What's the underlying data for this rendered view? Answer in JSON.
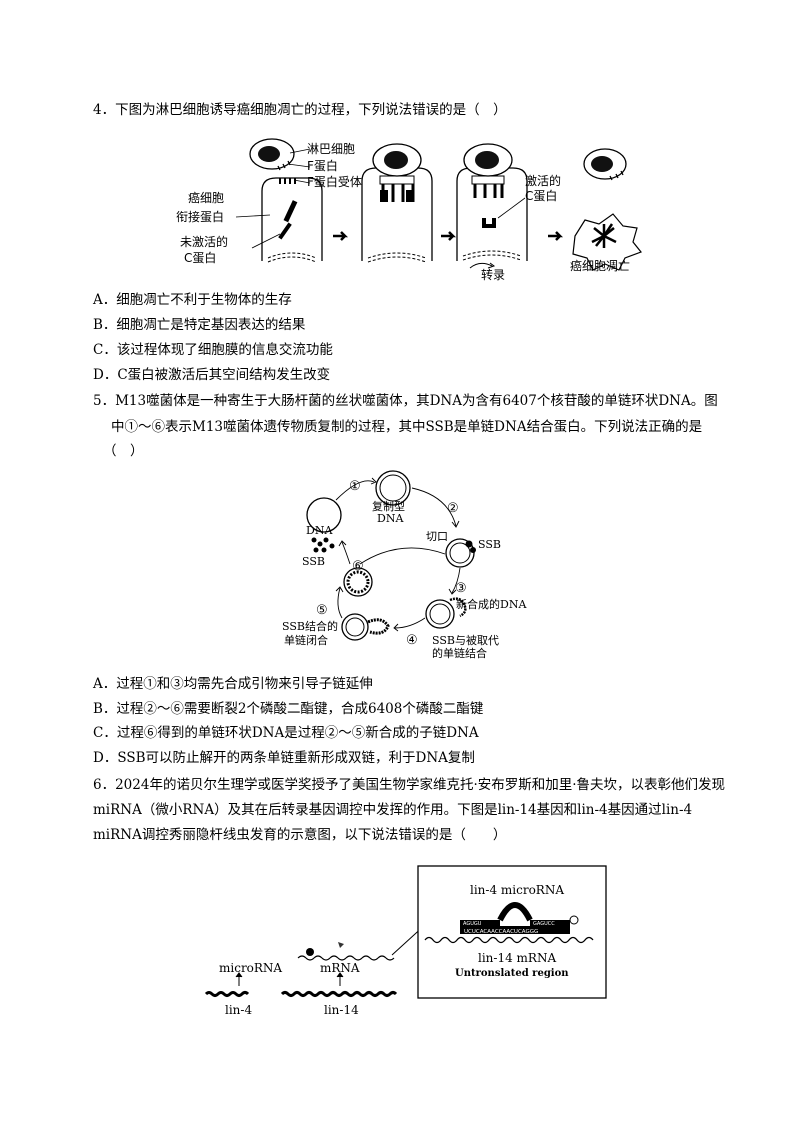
{
  "q4": {
    "stem": "4．下图为淋巴细胞诱导癌细胞凋亡的过程，下列说法错误的是（　）",
    "figure": {
      "lymphocyte": "淋巴细胞",
      "f_protein": "F蛋白",
      "f_receptor": "F蛋白受体",
      "cancer_cell": "癌细胞",
      "adapter": "衔接蛋白",
      "inactive_c_1": "未激活的",
      "inactive_c_2": "C蛋白",
      "active_c_1": "激活的",
      "active_c_2": "C蛋白",
      "transcription": "转录",
      "apoptosis": "癌细胞凋亡"
    },
    "options": [
      "A．细胞凋亡不利于生物体的生存",
      "B．细胞凋亡是特定基因表达的结果",
      "C．该过程体现了细胞膜的信息交流功能",
      "D．C蛋白被激活后其空间结构发生改变"
    ]
  },
  "q5": {
    "stem_line1": "5．M13噬菌体是一种寄生于大肠杆菌的丝状噬菌体，其DNA为含有6407个核苷酸的单链环状DNA。图",
    "stem_line2": "中①～⑥表示M13噬菌体遗传物质复制的过程，其中SSB是单链DNA结合蛋白。下列说法正确的是",
    "stem_line3": "（　）",
    "figure": {
      "s1": "①",
      "s2": "②",
      "s3": "③",
      "s4": "④",
      "s5": "⑤",
      "s6": "⑥",
      "rf_1": "复制型",
      "rf_2": "DNA",
      "nick": "切口",
      "ssb_a": "SSB",
      "new_dna": "新合成的DNA",
      "displaced_1": "SSB与被取代",
      "displaced_2": "的单链结合",
      "closed_1": "SSB结合的",
      "closed_2": "单链闭合",
      "ssb_b": "SSB",
      "dna": "DNA"
    },
    "options": [
      "A．过程①和③均需先合成引物来引导子链延伸",
      "B．过程②～⑥需要断裂2个磷酸二酯键，合成6408个磷酸二酯键",
      "C．过程⑥得到的单链环状DNA是过程②～⑤新合成的子链DNA",
      "D．SSB可以防止解开的两条单链重新形成双链，利于DNA复制"
    ]
  },
  "q6": {
    "stem_line1": "6．2024年的诺贝尔生理学或医学奖授予了美国生物学家维克托·安布罗斯和加里·鲁夫坎，以表彰他们发现",
    "stem_line2": "miRNA（微小RNA）及其在后转录基因调控中发挥的作用。下图是lin-14基因和lin-4基因通过lin-4",
    "stem_line3": "miRNA调控秀丽隐杆线虫发育的示意图，以下说法错误的是（　　）",
    "figure": {
      "microrna": "microRNA",
      "mrna": "mRNA",
      "lin4": "lin-4",
      "lin14": "lin-14",
      "box_title": "lin-4 microRNA",
      "seq_top_left": "AGUGU",
      "seq_top_right": "GAGUCC",
      "seq_bottom": "UCUCACAACCAACUCAGGG",
      "box_mrna": "lin-14 mRNA",
      "utr": "Untronslated region"
    }
  }
}
